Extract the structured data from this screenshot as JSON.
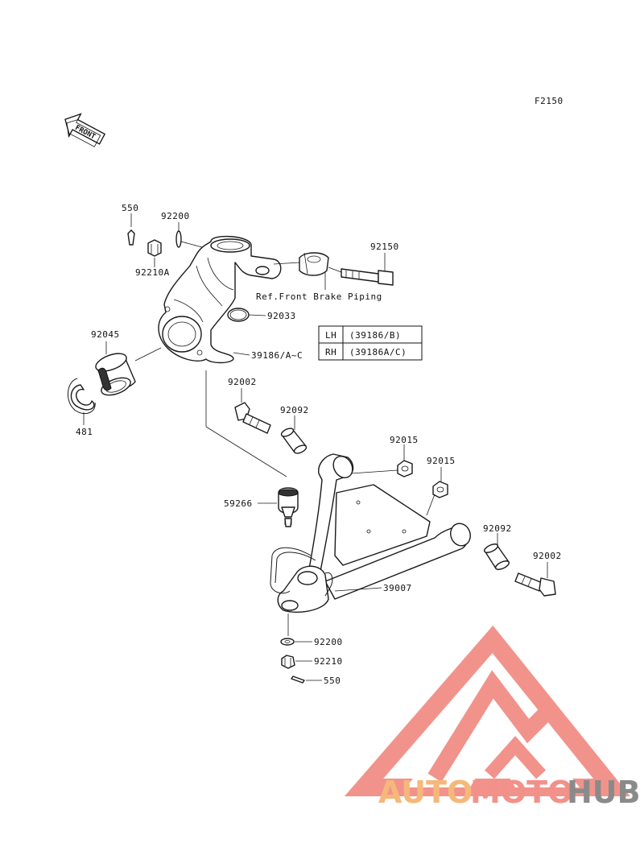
{
  "figure_code": "F2150",
  "front_arrow_label": "FRONT",
  "callouts": [
    {
      "id": "550-top",
      "label": "550"
    },
    {
      "id": "92200-top",
      "label": "92200"
    },
    {
      "id": "92210A",
      "label": "92210A"
    },
    {
      "id": "92150",
      "label": "92150"
    },
    {
      "id": "ref-brake",
      "label": "Ref.Front Brake Piping"
    },
    {
      "id": "92033",
      "label": "92033"
    },
    {
      "id": "92045",
      "label": "92045"
    },
    {
      "id": "39186",
      "label": "39186/A~C"
    },
    {
      "id": "481",
      "label": "481"
    },
    {
      "id": "92002-top",
      "label": "92002"
    },
    {
      "id": "92092-top",
      "label": "92092"
    },
    {
      "id": "92015-a",
      "label": "92015"
    },
    {
      "id": "92015-b",
      "label": "92015"
    },
    {
      "id": "59266",
      "label": "59266"
    },
    {
      "id": "92092-right",
      "label": "92092"
    },
    {
      "id": "92002-right",
      "label": "92002"
    },
    {
      "id": "39007",
      "label": "39007"
    },
    {
      "id": "92200-bottom",
      "label": "92200"
    },
    {
      "id": "92210-bottom",
      "label": "92210"
    },
    {
      "id": "550-bottom",
      "label": "550"
    }
  ],
  "side_table": [
    {
      "side": "LH",
      "part": "(39186/B)"
    },
    {
      "side": "RH",
      "part": "(39186A/C)"
    }
  ],
  "watermark": {
    "brand_parts": [
      "AUTO",
      "MOTO",
      "HUB"
    ],
    "colors": {
      "auto": "#f6b87a",
      "moto": "#f2918a",
      "hub": "#8a8a8a",
      "logo": "#f08a82"
    }
  }
}
